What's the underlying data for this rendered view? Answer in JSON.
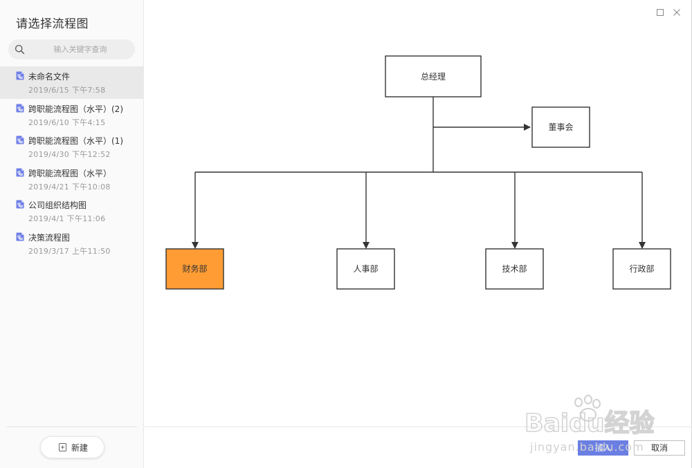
{
  "sidebar": {
    "title": "请选择流程图",
    "search": {
      "placeholder": "输入关键字查询",
      "value": ""
    },
    "items": [
      {
        "name": "未命名文件",
        "date": "2019/6/15 下午7:58",
        "selected": true
      },
      {
        "name": "跨职能流程图（水平）(2)",
        "date": "2019/6/10 下午4:15",
        "selected": false
      },
      {
        "name": "跨职能流程图（水平）(1)",
        "date": "2019/4/30 下午12:52",
        "selected": false
      },
      {
        "name": "跨职能流程图（水平）",
        "date": "2019/4/21 下午10:08",
        "selected": false
      },
      {
        "name": "公司组织结构图",
        "date": "2019/4/1 下午11:06",
        "selected": false
      },
      {
        "name": "决策流程图",
        "date": "2019/3/17 上午11:50",
        "selected": false
      }
    ],
    "new_label": "新建"
  },
  "diagram": {
    "nodes": {
      "gm": "总经理",
      "board": "董事会",
      "finance": "财务部",
      "hr": "人事部",
      "tech": "技术部",
      "admin": "行政部"
    },
    "highlight_color": "#ff9d34"
  },
  "footer": {
    "insert_label": "插入",
    "cancel_label": "取消"
  },
  "watermark": {
    "brand": "Baidu经验",
    "url": "jingyan.baidu.com"
  },
  "colors": {
    "accent": "#6b7fe3",
    "file_icon": "#6f7fe6"
  }
}
